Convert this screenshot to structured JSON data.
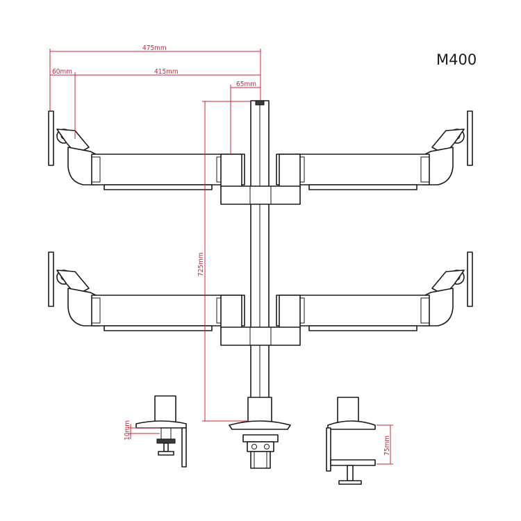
{
  "model": "M400",
  "dimensions": {
    "overall_width": "475mm",
    "arm_offset": "60mm",
    "arm_reach": "415mm",
    "pole_offset": "65mm",
    "pole_height": "725mm",
    "clamp_plate": "10mm",
    "desk_thickness": "75mm"
  },
  "colors": {
    "dimension_lines": "#d0203a",
    "drawing_lines": "#1a1a1a"
  }
}
